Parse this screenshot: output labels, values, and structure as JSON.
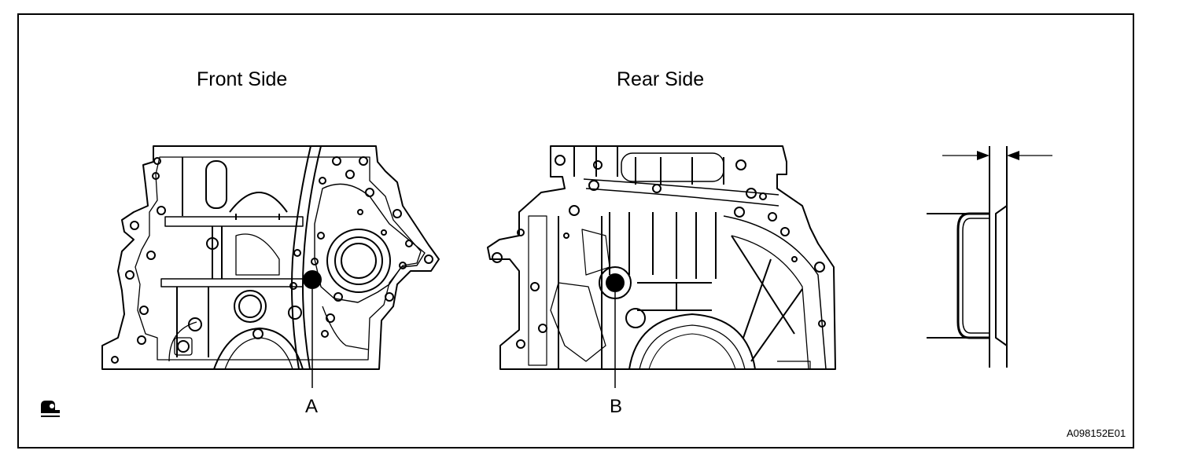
{
  "labels": {
    "front_title": "Front Side",
    "rear_title": "Rear Side",
    "callout_a": "A",
    "callout_b": "B",
    "figure_code": "A098152E01"
  },
  "icons": {
    "corner_icon": "seal-packing-icon"
  }
}
